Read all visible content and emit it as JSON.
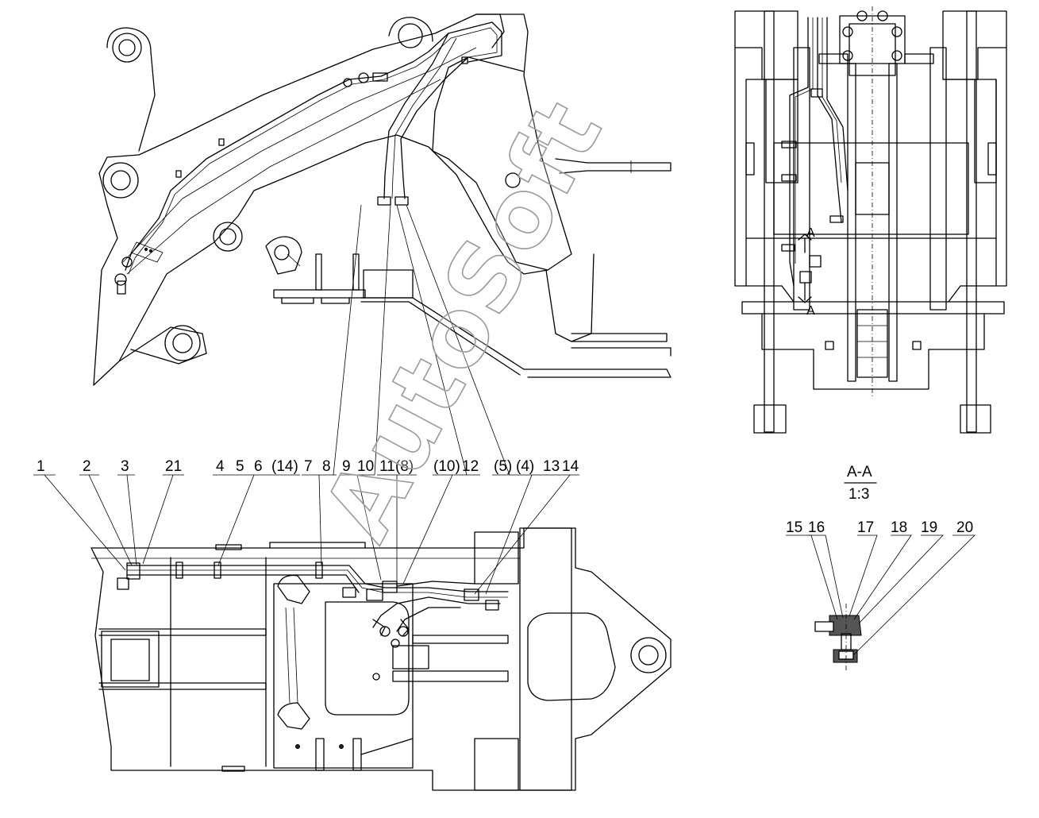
{
  "drawing": {
    "callouts_bottom": [
      "1",
      "2",
      "3",
      "21",
      "4",
      "5",
      "6",
      "(14)",
      "7",
      "8",
      "9",
      "10",
      "11",
      "(8)",
      "(10)",
      "12",
      "(5)",
      "(4)",
      "13",
      "14"
    ],
    "section": {
      "title": "A-A",
      "scale": "1:3",
      "callouts": [
        "15",
        "16",
        "17",
        "18",
        "19",
        "20"
      ]
    },
    "section_mark_letter": "A",
    "watermark": "AutoSoft"
  }
}
